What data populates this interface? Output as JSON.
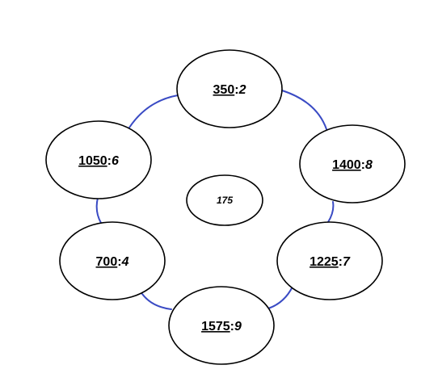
{
  "center": {
    "label": "175"
  },
  "nodes": [
    {
      "id": "350",
      "value": "350",
      "sep": ":",
      "index": "2"
    },
    {
      "id": "1400",
      "value": "1400",
      "sep": ":",
      "index": "8"
    },
    {
      "id": "1225",
      "value": "1225",
      "sep": ":",
      "index": "7"
    },
    {
      "id": "1575",
      "value": "1575",
      "sep": ":",
      "index": "9"
    },
    {
      "id": "700",
      "value": "700",
      "sep": ":",
      "index": "4"
    },
    {
      "id": "1050",
      "value": "1050",
      "sep": ":",
      "index": "6"
    }
  ],
  "colors": {
    "ring": "#3a4bc4",
    "node_stroke": "#000000",
    "text": "#000000"
  }
}
